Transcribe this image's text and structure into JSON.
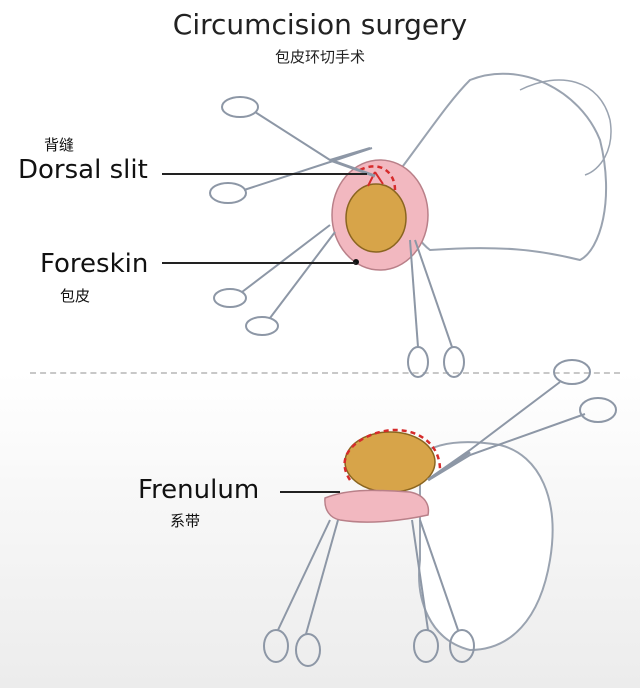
{
  "title": "Circumcision surgery",
  "subtitle": "包皮环切手术",
  "labels": {
    "dorsal_slit": {
      "en": "Dorsal slit",
      "zh": "背缝"
    },
    "foreskin": {
      "en": "Foreskin",
      "zh": "包皮"
    },
    "frenulum": {
      "en": "Frenulum",
      "zh": "系带"
    }
  },
  "colors": {
    "skin": "#ffffff",
    "skin_outline": "#9aa3b0",
    "glans": "#d7a449",
    "glans_outline": "#8a6520",
    "foreskin": "#f2b8c0",
    "incision": "#d62b2b",
    "instrument": "#8d97a6"
  }
}
